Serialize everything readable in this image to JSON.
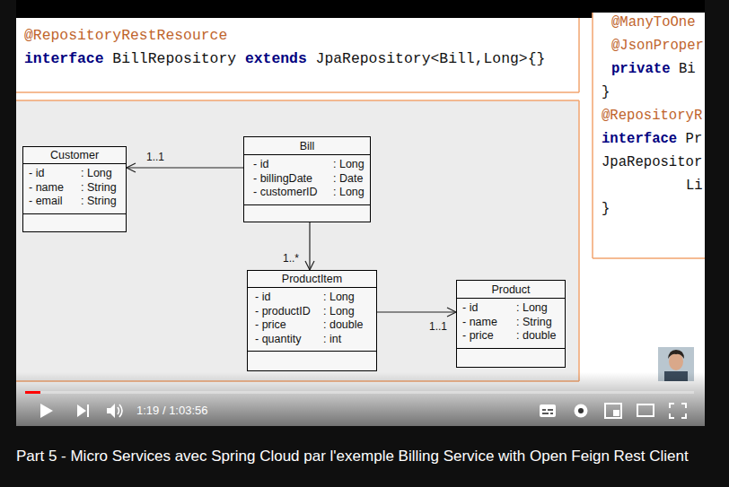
{
  "diagram": {
    "title": "Part 5 - Micro Services avec Spring Cloud par l'exemple Billing Service with Open Feign Rest Client",
    "nodes": [
      {
        "text": [
          "Customer",
          "- id",
          ": Long",
          "- name",
          ": String",
          "- email",
          ": String"
        ]
      },
      {
        "text": [
          "Bill",
          "- id",
          ": Long",
          "- billingDate",
          ": Date",
          "- customerID",
          ": Long"
        ]
      },
      {
        "text": [
          "ProductItem",
          "- id",
          ": Long",
          "- productID",
          ": Long",
          "- price",
          ": double",
          "- quantity",
          ": int"
        ]
      },
      {
        "text": [
          "Product",
          "- id",
          ": Long",
          "- name",
          ": String",
          "- price",
          ": double"
        ]
      }
    ],
    "edges": [
      {
        "from": 1,
        "to": 0,
        "arrow": "to",
        "label": "1..1"
      },
      {
        "from": 1,
        "to": 2,
        "arrow": "to",
        "label": "1..*"
      },
      {
        "from": 2,
        "to": 3,
        "arrow": "to",
        "label": "1..1"
      }
    ],
    "labels": [
      "@RepositoryRestResource",
      "interface",
      "BillRepository",
      "extends",
      "JpaRepository<Bill,Long>{}",
      "@ManyToOne",
      "@JsonProper",
      "private",
      "Bi",
      "}",
      "@RepositoryR",
      "interface",
      "Pr",
      "JpaRepositor",
      "Li",
      "}",
      "1:19 / 1:03:56"
    ]
  }
}
